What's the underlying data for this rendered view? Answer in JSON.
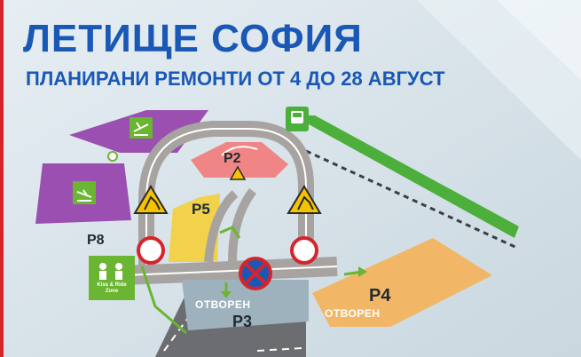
{
  "header": {
    "title": "ЛЕТИЩЕ СОФИЯ",
    "subtitle": "ПЛАНИРАНИ РЕМОНТИ ОТ 4 ДО 28 АВГУСТ"
  },
  "parking": {
    "p2": "P2",
    "p3": "P3",
    "p4": "P4",
    "p5": "P5",
    "p8": "P8"
  },
  "status": {
    "open_p3": "ОТВОРЕН",
    "open_p4": "ОТВОРЕН"
  },
  "kiss_ride": {
    "line1": "Kiss & Ride",
    "line2": "Zone"
  },
  "colors": {
    "title_blue": "#1a58b5",
    "departures_purple": "#9b4fb0",
    "arrivals_purple": "#9b4fb0",
    "p2_red": "#f08585",
    "p5_yellow": "#f2d24a",
    "p4_orange": "#f2b766",
    "p3_slate": "#9eb2bd",
    "road_grey": "#a7a3a0",
    "icon_green": "#6ab531",
    "warning_yellow": "#f5c300"
  }
}
